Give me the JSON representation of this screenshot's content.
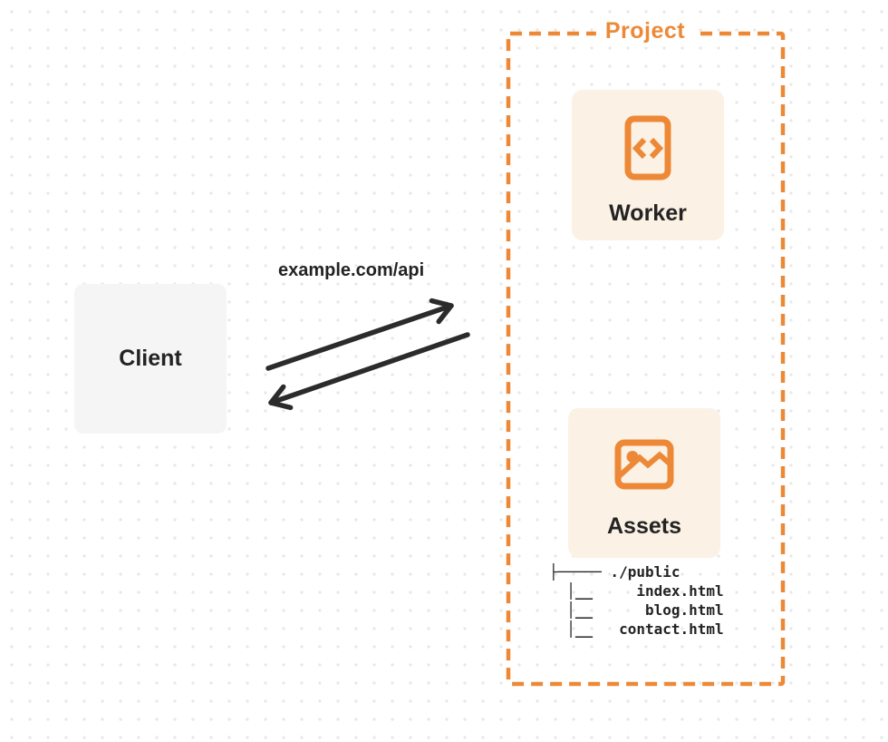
{
  "colors": {
    "accent": "#ED8936",
    "card_fill": "#FBF1E4",
    "client_fill": "#F5F5F6",
    "ink": "#232323",
    "arrow": "#2B2B2B",
    "dot": "#E8E8E8"
  },
  "project": {
    "label": "Project"
  },
  "client": {
    "label": "Client"
  },
  "worker": {
    "label": "Worker",
    "icon": "code-file-icon"
  },
  "assets": {
    "label": "Assets",
    "icon": "image-icon"
  },
  "request": {
    "label": "example.com/api"
  },
  "file_tree": {
    "lines": [
      "├───── ./public",
      "  │__     index.html",
      "  │__      blog.html",
      "  │__   contact.html"
    ]
  }
}
